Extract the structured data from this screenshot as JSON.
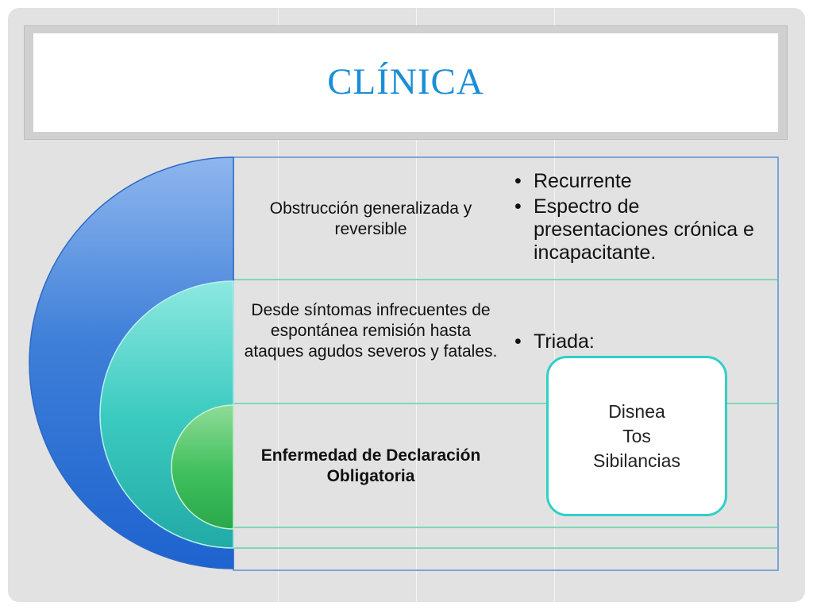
{
  "slide": {
    "title": "CLÍNICA"
  },
  "rows": [
    {
      "text": "Obstrucción generalizada y reversible",
      "bullets": [
        "Recurrente",
        "Espectro de presentaciones crónica e incapacitante."
      ]
    },
    {
      "text": "Desde síntomas infrecuentes de espontánea remisión hasta ataques agudos severos y fatales.",
      "bullets": [
        "Triada:"
      ]
    },
    {
      "text": "Enfermedad de Declaración Obligatoria",
      "bullets": []
    }
  ],
  "triad": {
    "items": [
      "Disnea",
      "Tos",
      "Sibilancias"
    ]
  },
  "colors": {
    "title": "#1a8ed6",
    "outer_semicircle": "#3b7fd6",
    "middle_semicircle": "#35c8be",
    "inner_semicircle": "#35b85a",
    "row_divider": "#5fd1a6",
    "callout_border": "#2fd0c8"
  }
}
